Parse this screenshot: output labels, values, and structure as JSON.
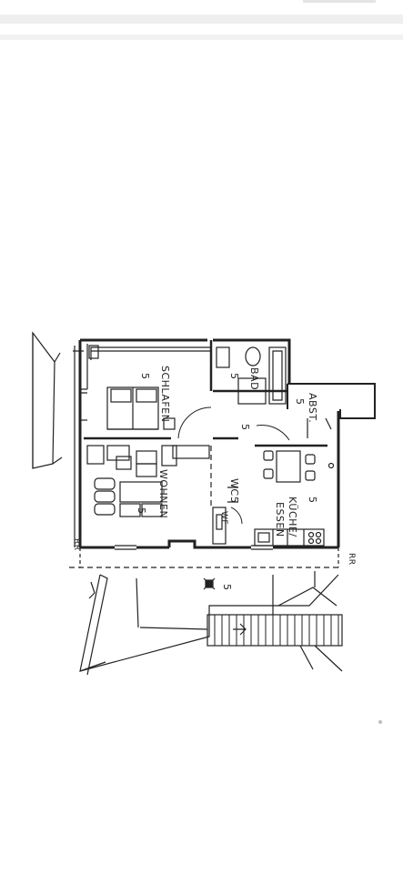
{
  "rooms": {
    "schlafen": {
      "label": "SCHLAFEN",
      "num": "5"
    },
    "bad": {
      "label": "BAD",
      "num": "5"
    },
    "abst": {
      "label": "ABST.",
      "num": "5"
    },
    "flur": {
      "num": "5"
    },
    "wohnen": {
      "label": "WOHNEN",
      "num": "5"
    },
    "wc": {
      "label": "WC",
      "num": "5"
    },
    "wf": {
      "label": "WF"
    },
    "kueche": {
      "label_line1": "KÜCHE/",
      "label_line2": "ESSEN",
      "num": "5"
    },
    "terrasse": {
      "num": "5"
    }
  },
  "marks": {
    "rr_left": "RR",
    "rr_right": "RR"
  }
}
